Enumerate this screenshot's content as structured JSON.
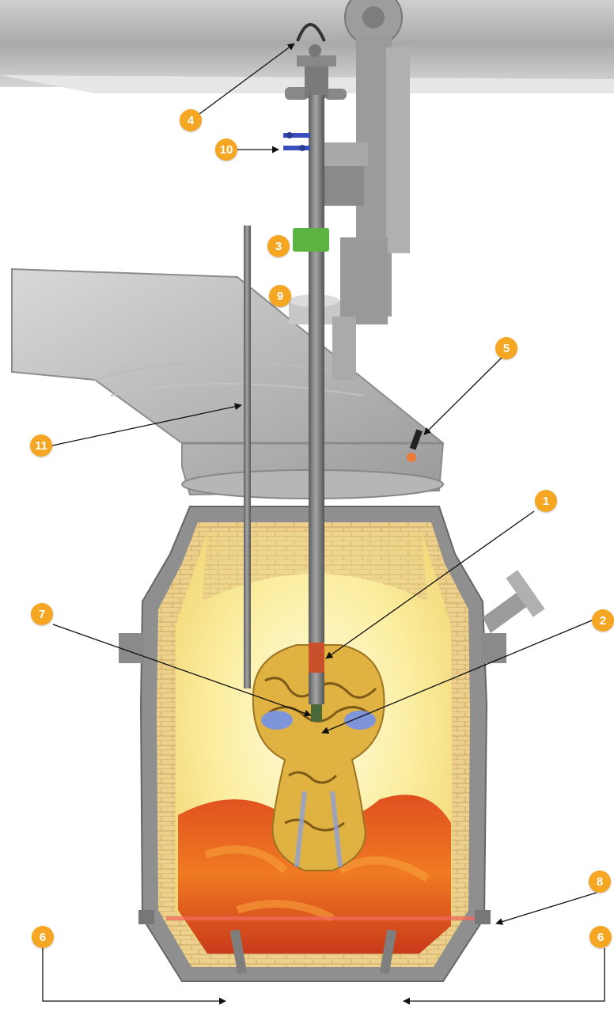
{
  "colors": {
    "callout": "#f5a623",
    "shell": "#8f8f8f",
    "refractory": "#e8cc86",
    "interior": "#fbf0a6",
    "melt": "#e2461c",
    "slag": "#d9a52b",
    "pipe": "#707070",
    "ceiling": "#b9b9b9"
  },
  "callouts": [
    {
      "id": "c1",
      "label": "1"
    },
    {
      "id": "c2",
      "label": "2"
    },
    {
      "id": "c3",
      "label": "3"
    },
    {
      "id": "c4",
      "label": "4"
    },
    {
      "id": "c5",
      "label": "5"
    },
    {
      "id": "c6l",
      "label": "6"
    },
    {
      "id": "c6r",
      "label": "6"
    },
    {
      "id": "c7",
      "label": "7"
    },
    {
      "id": "c8",
      "label": "8"
    },
    {
      "id": "c9",
      "label": "9"
    },
    {
      "id": "c10",
      "label": "10"
    },
    {
      "id": "c11",
      "label": "11"
    }
  ]
}
